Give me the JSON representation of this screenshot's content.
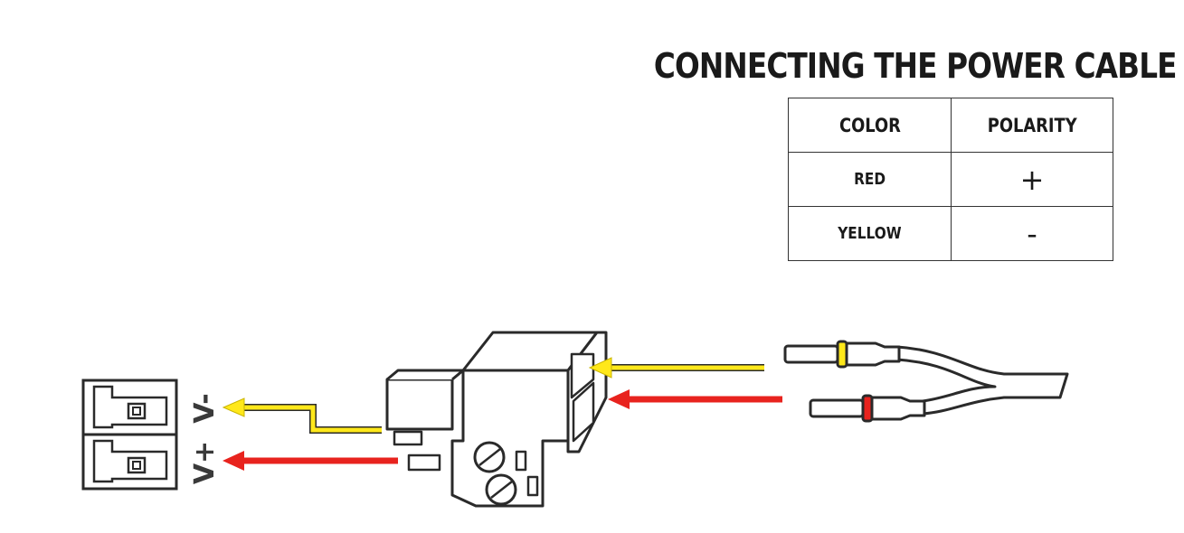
{
  "title": "CONNECTING THE POWER CABLE",
  "table": {
    "headers": [
      "COLOR",
      "POLARITY"
    ],
    "rows": [
      {
        "color": "RED",
        "polarity": "+"
      },
      {
        "color": "YELLOW",
        "polarity": "-"
      }
    ]
  },
  "terminal_labels": {
    "negative": "V-",
    "positive": "V+"
  },
  "colors": {
    "red_wire": "#e8231e",
    "yellow_wire": "#ffe81a",
    "outline": "#2a2a2a"
  }
}
